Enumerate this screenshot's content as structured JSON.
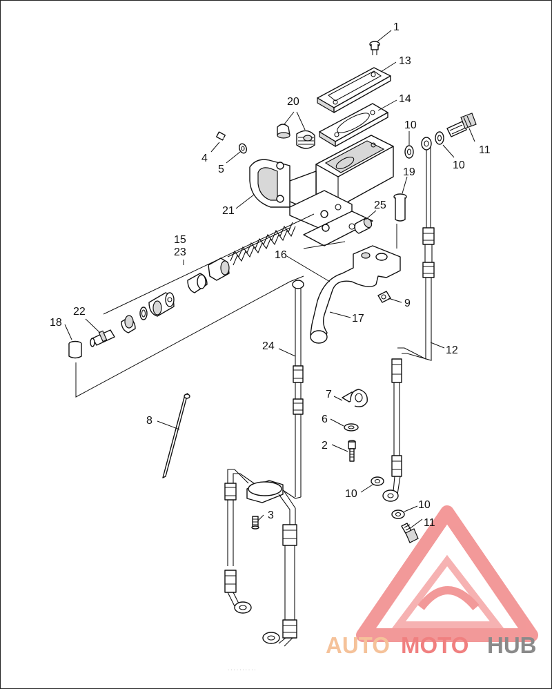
{
  "callouts": {
    "c1": "1",
    "c13": "13",
    "c14": "14",
    "c20": "20",
    "c10a": "10",
    "c11a": "11",
    "c10b": "10",
    "c4": "4",
    "c5": "5",
    "c19": "19",
    "c21": "21",
    "c25": "25",
    "c15": "15",
    "c23": "23",
    "c16": "16",
    "c9": "9",
    "c22": "22",
    "c17": "17",
    "c18": "18",
    "c24": "24",
    "c12": "12",
    "c7": "7",
    "c8": "8",
    "c6": "6",
    "c2": "2",
    "c10c": "10",
    "c10d": "10",
    "c3": "3",
    "c11b": "11"
  },
  "watermark": {
    "part1": "AUTO",
    "part2": "MOTO",
    "part3": "HUB",
    "color_light": "#f5c29a",
    "color_mid": "#f08080",
    "color_dark": "#8a8a8a"
  },
  "footer": {
    "text": "· · · · · · · · · ·"
  }
}
